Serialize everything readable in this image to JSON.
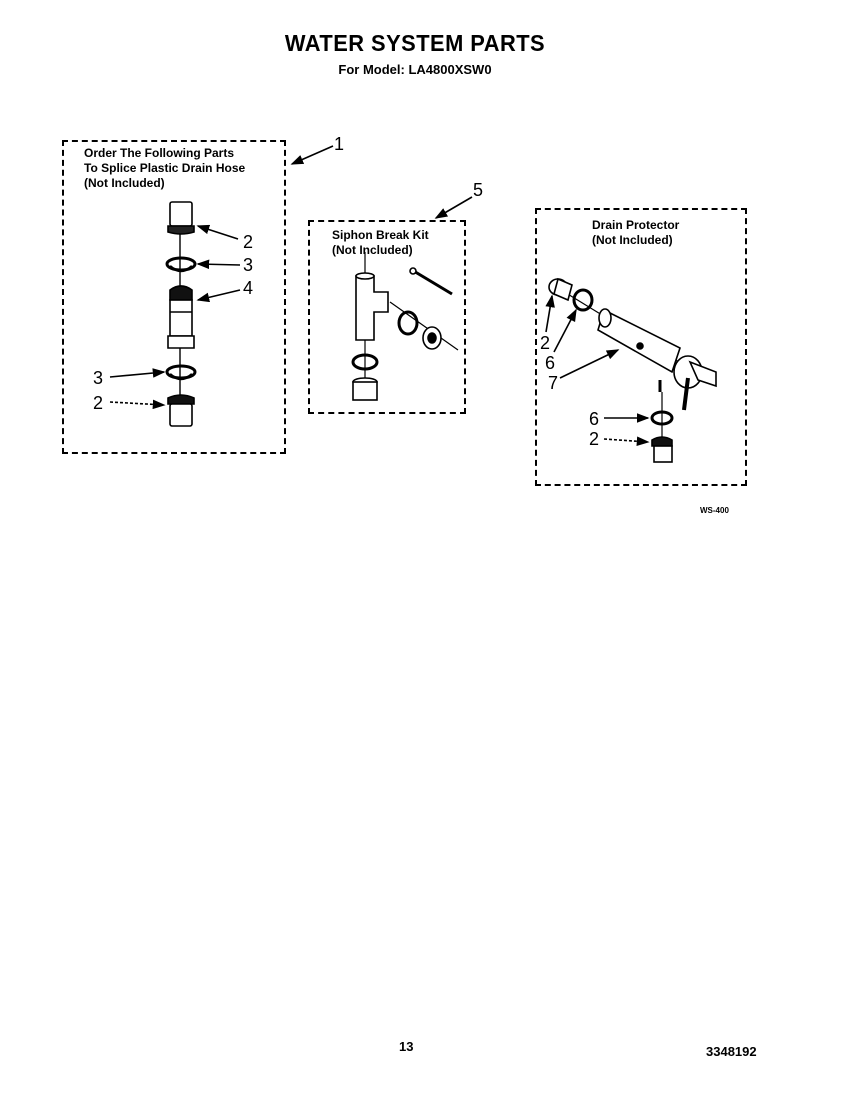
{
  "header": {
    "title": "WATER SYSTEM PARTS",
    "subtitle": "For Model: LA4800XSW0"
  },
  "boxes": {
    "splice": {
      "lines": [
        "Order The Following Parts",
        "To Splice Plastic Drain Hose",
        "(Not Included)"
      ]
    },
    "siphon": {
      "lines": [
        "Siphon Break Kit",
        "(Not Included)"
      ]
    },
    "drain": {
      "lines": [
        "Drain Protector",
        "(Not Included)"
      ]
    }
  },
  "callouts": {
    "c1": "1",
    "c5": "5",
    "splice_top_2": "2",
    "splice_top_3": "3",
    "splice_4": "4",
    "splice_bottom_3": "3",
    "splice_bottom_2": "2",
    "drain_left_2": "2",
    "drain_left_6": "6",
    "drain_7": "7",
    "drain_right_6": "6",
    "drain_right_2": "2"
  },
  "figure_code": "WS-400",
  "footer": {
    "page_number": "13",
    "doc_number": "3348192"
  }
}
